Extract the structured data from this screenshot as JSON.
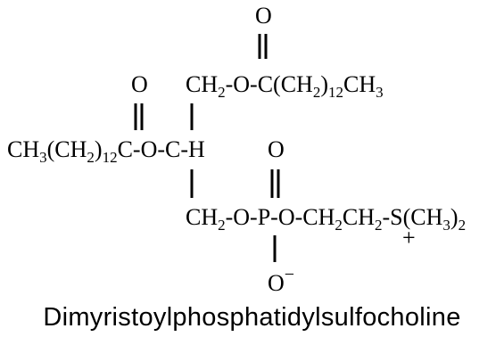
{
  "molecule": {
    "caption": "Dimyristoylphosphatidylsulfocholine",
    "atoms": {
      "oxygen": "O",
      "oxide_ion": "O",
      "minus_charge": "−",
      "plus_charge": "+"
    },
    "upper_chain": {
      "ch2": "CH",
      "ch2_sub": "2",
      "link": "-O-C(CH",
      "link_sub_1": "2",
      "link_close": ")",
      "count": "12",
      "terminal": "CH",
      "terminal_sub": "3"
    },
    "middle_chain": {
      "ch3": "CH",
      "ch3_sub": "3",
      "open": "(CH",
      "open_sub": "2",
      "close": ")",
      "count": "12",
      "carbonyl_link": "C-O-C-H"
    },
    "lower_chain": {
      "ch2": "CH",
      "ch2_sub": "2",
      "phosphate": "-O-P-O-CH",
      "phosphate_sub": "2",
      "ethyl": "CH",
      "ethyl_sub": "2",
      "sulfonium": "-S(CH",
      "sulfonium_sub": "3",
      "sulfonium_close": ")",
      "sulfonium_count": "2"
    },
    "colors": {
      "ink": "#000000",
      "background": "#ffffff"
    }
  }
}
